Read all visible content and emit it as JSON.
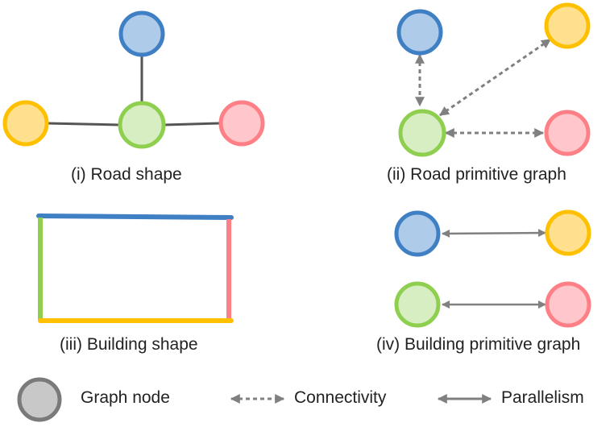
{
  "colors": {
    "blue_stroke": "#3f7fc4",
    "blue_fill": "#aecbea",
    "yellow_stroke": "#ffc000",
    "yellow_fill": "#ffe08f",
    "green_stroke": "#8fcf4f",
    "green_fill": "#d7eec3",
    "red_stroke": "#ff7f86",
    "red_fill": "#ffc7cb",
    "gray_stroke": "#7a7a7a",
    "gray_fill": "#c8c8c8",
    "edge": "#555555",
    "arrow": "#808080"
  },
  "captions": {
    "road_shape": "(i) Road shape",
    "road_graph": "(ii) Road primitive graph",
    "building_shape": "(iii) Building shape",
    "building_graph": "(iv) Building primitive graph"
  },
  "legend": {
    "node": "Graph node",
    "connectivity": "Connectivity",
    "parallelism": "Parallelism"
  }
}
